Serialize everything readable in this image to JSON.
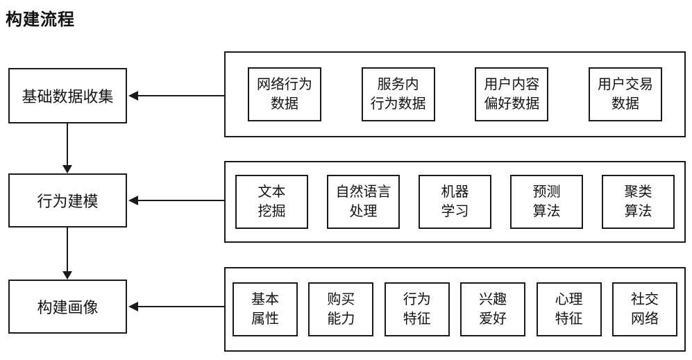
{
  "title": "构建流程",
  "colors": {
    "line": "#1a1a1a",
    "text": "#111111",
    "bg": "#ffffff"
  },
  "stages": [
    {
      "label": "基础数据收集",
      "items": [
        {
          "line1": "网络行为",
          "line2": "数据"
        },
        {
          "line1": "服务内",
          "line2": "行为数据"
        },
        {
          "line1": "用户内容",
          "line2": "偏好数据"
        },
        {
          "line1": "用户交易",
          "line2": "数据"
        }
      ]
    },
    {
      "label": "行为建模",
      "items": [
        {
          "line1": "文本",
          "line2": "挖掘"
        },
        {
          "line1": "自然语言",
          "line2": "处理"
        },
        {
          "line1": "机器",
          "line2": "学习"
        },
        {
          "line1": "预测",
          "line2": "算法"
        },
        {
          "line1": "聚类",
          "line2": "算法"
        }
      ]
    },
    {
      "label": "构建画像",
      "items": [
        {
          "line1": "基本",
          "line2": "属性"
        },
        {
          "line1": "购买",
          "line2": "能力"
        },
        {
          "line1": "行为",
          "line2": "特征"
        },
        {
          "line1": "兴趣",
          "line2": "爱好"
        },
        {
          "line1": "心理",
          "line2": "特征"
        },
        {
          "line1": "社交",
          "line2": "网络"
        }
      ]
    }
  ]
}
